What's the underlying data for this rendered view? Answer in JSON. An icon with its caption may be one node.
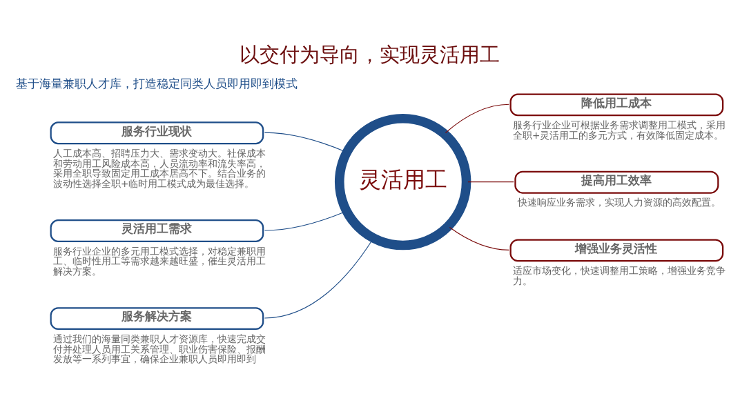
{
  "diagram": {
    "title": "以交付为导向，实现灵活用工",
    "nodes": [
      {
        "text": [
          "服务行业现状"
        ],
        "beside": [
          "人工成本高、招聘压力大、需求变动大。社保成本和劳动用工风险成本高，人员流动率和流失率高，采用全职导致固定用工成本居高不下。结合业务的波动性选择全职+临时用工模式成为最佳选择。"
        ]
      },
      {
        "text": [
          "灵活用工需求"
        ],
        "beside": [
          "服务行业企业的多元用工模式选择，对稳定兼职用工、临时性用工等需求越来越旺盛，催生灵活用工解决方案。"
        ]
      },
      {
        "text": [
          "服务解决方案"
        ],
        "beside": [
          "通过我们的海量同类兼职人才资源库，快速完成交付并处理人员用工关系管理、职业伤害保险、报酬发放等一系列事宜，确保企业兼职人员即用即到"
        ]
      },
      {
        "text": [
          "灵活用工"
        ]
      },
      {
        "text": [
          "降低用工成本"
        ],
        "beside": [
          "服务行业企业可根据业务需求调整用工模式，采用全职+灵活用工的多元方式，有效降低固定成本。"
        ]
      },
      {
        "text": [
          "提高用工效率"
        ],
        "beside": [
          "快速响应业务需求，实现人力资源的高效配置。"
        ]
      },
      {
        "text": [
          "增强业务灵活性"
        ],
        "beside": [
          "适应市场变化，快速调整用工策略，增强业务竞争力。"
        ]
      }
    ],
    "edges": [
      {
        "from": 0,
        "to": 3,
        "arrow": "none",
        "color": "#1f4e89"
      },
      {
        "from": 1,
        "to": 3,
        "arrow": "none",
        "color": "#1f4e89"
      },
      {
        "from": 2,
        "to": 3,
        "arrow": "none",
        "color": "#1f4e89"
      },
      {
        "from": 3,
        "to": 4,
        "arrow": "none",
        "color": "#7a0a0a"
      },
      {
        "from": 3,
        "to": 5,
        "arrow": "none",
        "color": "#7a0a0a"
      },
      {
        "from": 3,
        "to": 6,
        "arrow": "none",
        "color": "#7a0a0a"
      }
    ],
    "labels": [
      "基于海量兼职人才库，打造稳定同类人员即用即到模式"
    ]
  }
}
